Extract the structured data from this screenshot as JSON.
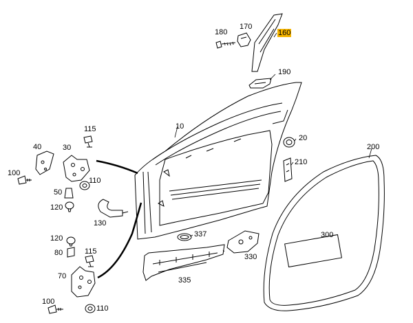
{
  "diagram": {
    "callouts": [
      {
        "id": "p180",
        "text": "180"
      },
      {
        "id": "p170",
        "text": "170"
      },
      {
        "id": "p160",
        "text": "160",
        "highlighted": true
      },
      {
        "id": "p190",
        "text": "190"
      },
      {
        "id": "p10",
        "text": "10"
      },
      {
        "id": "p115a",
        "text": "115"
      },
      {
        "id": "p40",
        "text": "40"
      },
      {
        "id": "p30",
        "text": "30"
      },
      {
        "id": "p20",
        "text": "20"
      },
      {
        "id": "p200",
        "text": "200"
      },
      {
        "id": "p210",
        "text": "210"
      },
      {
        "id": "p100a",
        "text": "100"
      },
      {
        "id": "p110a",
        "text": "110"
      },
      {
        "id": "p50",
        "text": "50"
      },
      {
        "id": "p120a",
        "text": "120"
      },
      {
        "id": "p130",
        "text": "130"
      },
      {
        "id": "p337",
        "text": "337"
      },
      {
        "id": "p300",
        "text": "300"
      },
      {
        "id": "p120b",
        "text": "120"
      },
      {
        "id": "p80",
        "text": "80"
      },
      {
        "id": "p115b",
        "text": "115"
      },
      {
        "id": "p330",
        "text": "330"
      },
      {
        "id": "p335",
        "text": "335"
      },
      {
        "id": "p70",
        "text": "70"
      },
      {
        "id": "p100b",
        "text": "100"
      },
      {
        "id": "p110b",
        "text": "110"
      }
    ],
    "highlight_color": "#f5b400"
  }
}
